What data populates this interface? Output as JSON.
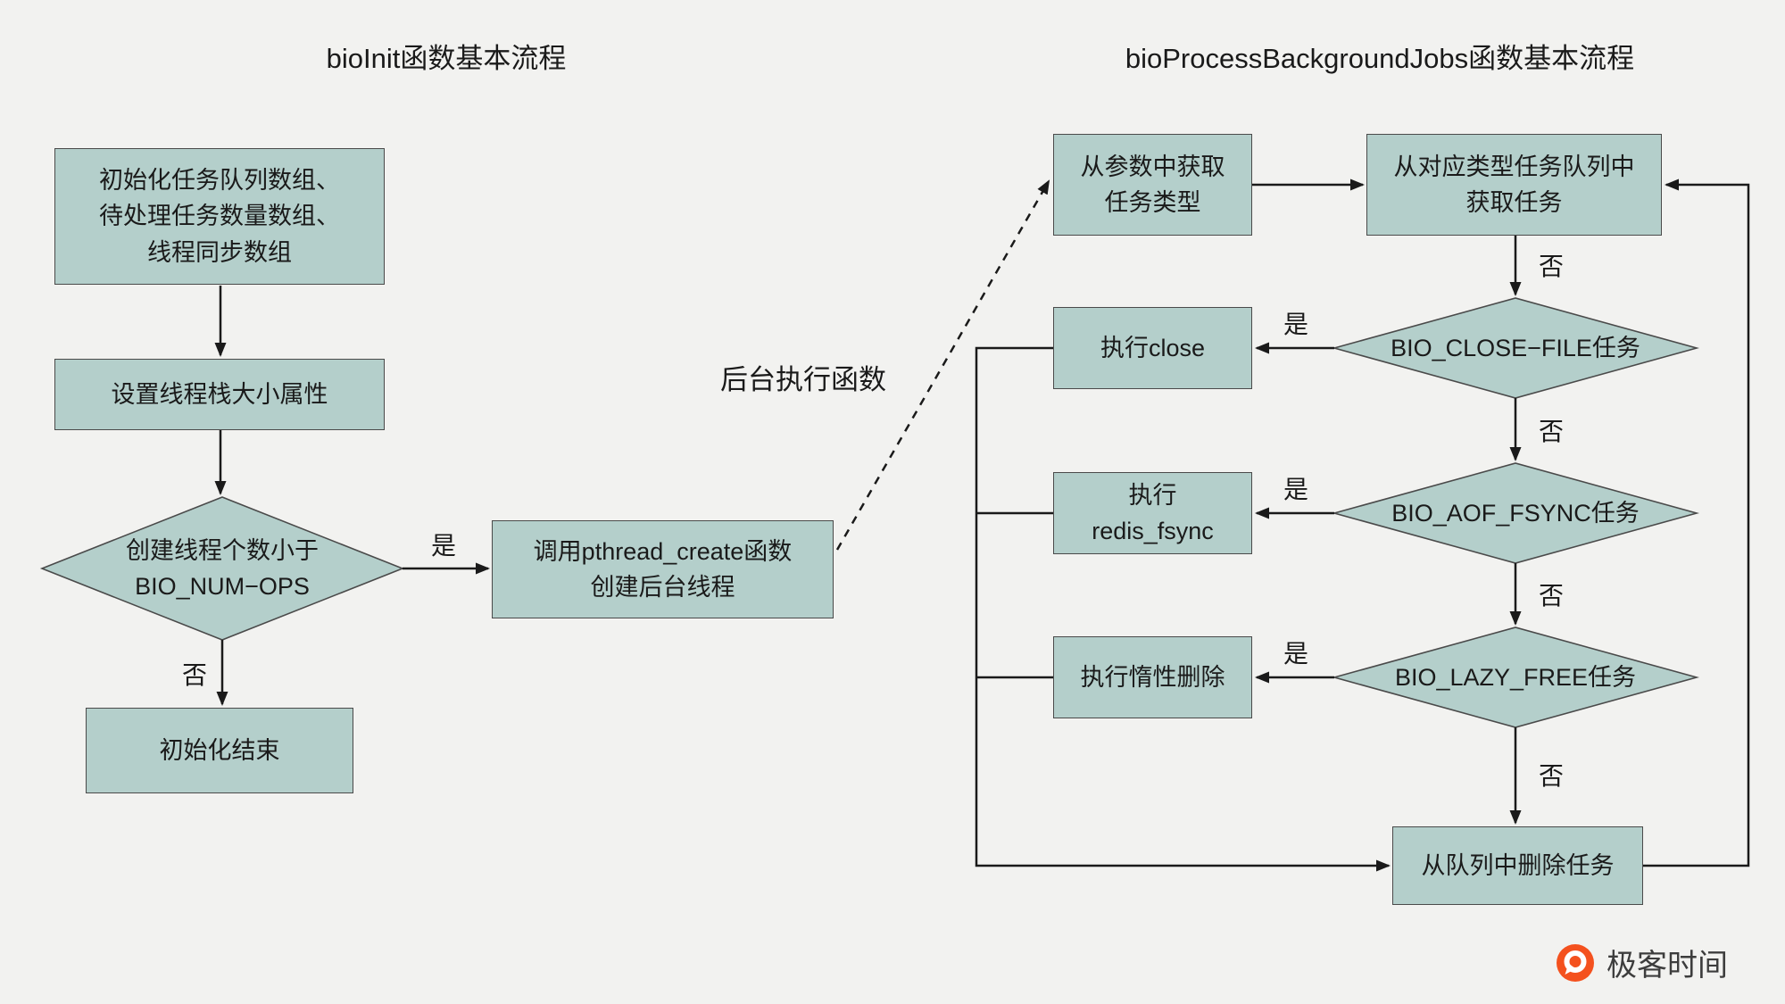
{
  "left": {
    "title": "bioInit函数基本流程",
    "box_init": "初始化任务队列数组、\n待处理任务数量数组、\n线程同步数组",
    "box_stack": "设置线程栈大小属性",
    "diamond_threads": "创建线程个数小于\nBIO_NUM−OPS",
    "box_create": "调用pthread_create函数\n创建后台线程",
    "box_done": "初始化结束"
  },
  "middle": {
    "label": "后台执行函数"
  },
  "right": {
    "title": "bioProcessBackgroundJobs函数基本流程",
    "box_get_type": "从参数中获取\n任务类型",
    "box_get_task": "从对应类型任务队列中\n获取任务",
    "diamond_close": "BIO_CLOSE−FILE任务",
    "box_close": "执行close",
    "diamond_fsync": "BIO_AOF_FSYNC任务",
    "box_fsync": "执行\nredis_fsync",
    "diamond_lazy": "BIO_LAZY_FREE任务",
    "box_lazy": "执行惰性删除",
    "box_remove": "从队列中删除任务"
  },
  "labels": {
    "yes": "是",
    "no": "否"
  },
  "logo": {
    "text": "极客时间"
  },
  "colors": {
    "background": "#f2f2f0",
    "node_fill": "#b4cfcb",
    "node_border": "#4a4a4a",
    "line": "#1a1a1a",
    "text": "#1a1a1a",
    "logo_orange": "#f4511e"
  }
}
